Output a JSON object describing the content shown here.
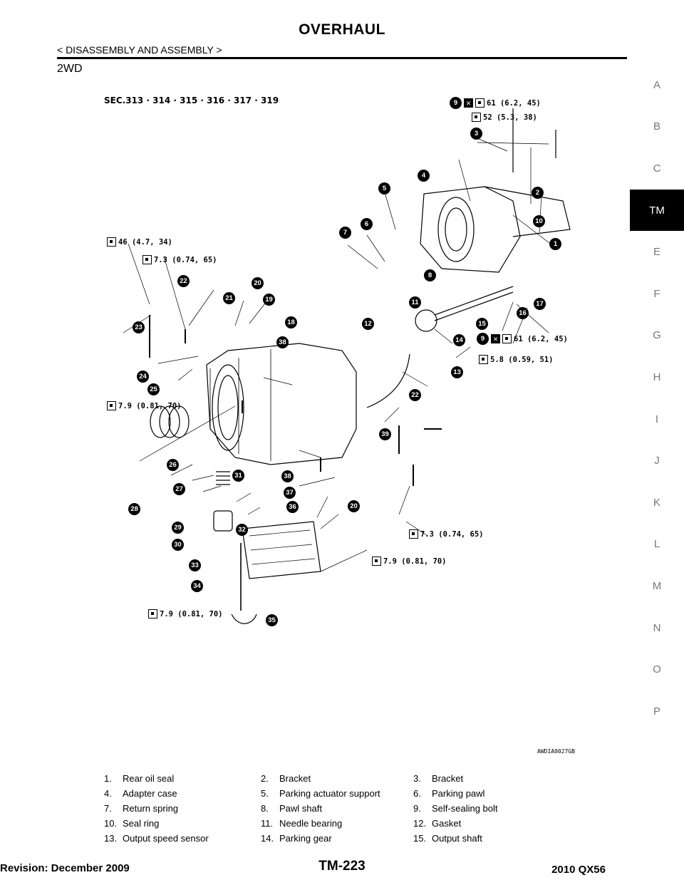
{
  "header": {
    "title": "OVERHAUL",
    "subsection": "< DISASSEMBLY AND ASSEMBLY >",
    "section": "2WD"
  },
  "tabs": [
    "A",
    "B",
    "C",
    "TM",
    "E",
    "F",
    "G",
    "H",
    "I",
    "J",
    "K",
    "L",
    "M",
    "N",
    "O",
    "P"
  ],
  "active_tab": "TM",
  "diagram": {
    "sec_label": "SEC.313 · 314 · 315 · 316 · 317 · 319",
    "figure_id": "AWDIA0027GB",
    "torques": {
      "t61": "61 (6.2, 45)",
      "t52": "52 (5.3, 38)",
      "t46": "46 (4.7, 34)",
      "t73": "7.3 (0.74, 65)",
      "t58": "5.8 (0.59, 51)",
      "t79": "7.9 (0.81, 70)"
    },
    "numbers": [
      "1",
      "2",
      "3",
      "4",
      "5",
      "6",
      "7",
      "8",
      "9",
      "10",
      "11",
      "12",
      "13",
      "14",
      "15",
      "16",
      "17",
      "18",
      "19",
      "20",
      "21",
      "22",
      "23",
      "24",
      "25",
      "26",
      "27",
      "28",
      "29",
      "30",
      "31",
      "32",
      "33",
      "34",
      "35",
      "36",
      "37",
      "38",
      "39"
    ]
  },
  "parts": [
    [
      {
        "n": "1.",
        "name": "Rear oil seal"
      },
      {
        "n": "2.",
        "name": "Bracket"
      },
      {
        "n": "3.",
        "name": "Bracket"
      }
    ],
    [
      {
        "n": "4.",
        "name": "Adapter case"
      },
      {
        "n": "5.",
        "name": "Parking actuator support"
      },
      {
        "n": "6.",
        "name": "Parking pawl"
      }
    ],
    [
      {
        "n": "7.",
        "name": "Return spring"
      },
      {
        "n": "8.",
        "name": "Pawl shaft"
      },
      {
        "n": "9.",
        "name": "Self-sealing bolt"
      }
    ],
    [
      {
        "n": "10.",
        "name": "Seal ring"
      },
      {
        "n": "11.",
        "name": "Needle bearing"
      },
      {
        "n": "12.",
        "name": "Gasket"
      }
    ],
    [
      {
        "n": "13.",
        "name": "Output speed sensor"
      },
      {
        "n": "14.",
        "name": "Parking gear"
      },
      {
        "n": "15.",
        "name": "Output shaft"
      }
    ]
  ],
  "footer": {
    "revision": "Revision: December 2009",
    "page": "TM-223",
    "model": "2010 QX56"
  }
}
